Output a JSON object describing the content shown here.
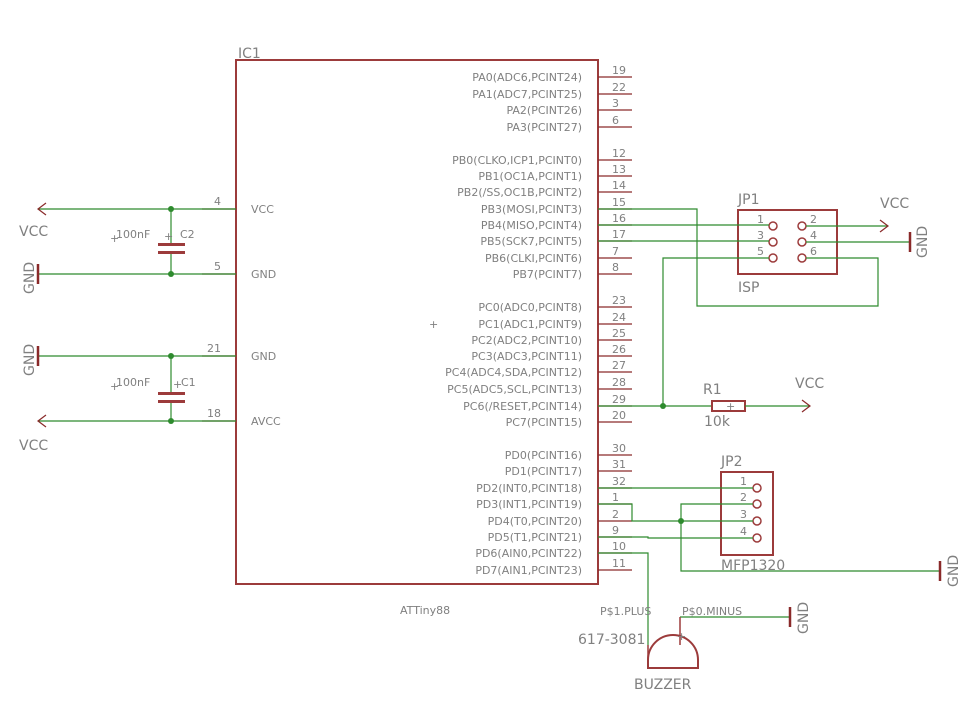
{
  "colors": {
    "body": "#9c3b3b",
    "wire": "#2e8b2e",
    "pin": "#8a2a2a",
    "text": "#808080"
  },
  "ic": {
    "ref": "IC1",
    "value": "ATTiny88",
    "right_pins": [
      {
        "name": "PA0(ADC6,PCINT24)",
        "num": "19"
      },
      {
        "name": "PA1(ADC7,PCINT25)",
        "num": "22"
      },
      {
        "name": "PA2(PCINT26)",
        "num": "3"
      },
      {
        "name": "PA3(PCINT27)",
        "num": "6"
      },
      {
        "name": "PB0(CLKO,ICP1,PCINT0)",
        "num": "12"
      },
      {
        "name": "PB1(OC1A,PCINT1)",
        "num": "13"
      },
      {
        "name": "PB2(/SS,OC1B,PCINT2)",
        "num": "14"
      },
      {
        "name": "PB3(MOSI,PCINT3)",
        "num": "15"
      },
      {
        "name": "PB4(MISO,PCINT4)",
        "num": "16"
      },
      {
        "name": "PB5(SCK7,PCINT5)",
        "num": "17"
      },
      {
        "name": "PB6(CLKI,PCINT6)",
        "num": "7"
      },
      {
        "name": "PB7(PCINT7)",
        "num": "8"
      },
      {
        "name": "PC0(ADC0,PCINT8)",
        "num": "23"
      },
      {
        "name": "PC1(ADC1,PCINT9)",
        "num": "24"
      },
      {
        "name": "PC2(ADC2,PCINT10)",
        "num": "25"
      },
      {
        "name": "PC3(ADC3,PCINT11)",
        "num": "26"
      },
      {
        "name": "PC4(ADC4,SDA,PCINT12)",
        "num": "27"
      },
      {
        "name": "PC5(ADC5,SCL,PCINT13)",
        "num": "28"
      },
      {
        "name": "PC6(/RESET,PCINT14)",
        "num": "29"
      },
      {
        "name": "PC7(PCINT15)",
        "num": "20"
      },
      {
        "name": "PD0(PCINT16)",
        "num": "30"
      },
      {
        "name": "PD1(PCINT17)",
        "num": "31"
      },
      {
        "name": "PD2(INT0,PCINT18)",
        "num": "32"
      },
      {
        "name": "PD3(INT1,PCINT19)",
        "num": "1"
      },
      {
        "name": "PD4(T0,PCINT20)",
        "num": "2"
      },
      {
        "name": "PD5(T1,PCINT21)",
        "num": "9"
      },
      {
        "name": "PD6(AIN0,PCINT22)",
        "num": "10"
      },
      {
        "name": "PD7(AIN1,PCINT23)",
        "num": "11"
      }
    ],
    "left_pins": [
      {
        "name": "VCC",
        "num": "4"
      },
      {
        "name": "GND",
        "num": "5"
      },
      {
        "name": "GND",
        "num": "21"
      },
      {
        "name": "AVCC",
        "num": "18"
      }
    ]
  },
  "caps": [
    {
      "ref": "C2",
      "value": "100nF"
    },
    {
      "ref": "C1",
      "value": "100nF"
    }
  ],
  "supplies": {
    "vcc": "VCC",
    "gnd": "GND"
  },
  "jp1": {
    "ref": "JP1",
    "value": "ISP",
    "pins": [
      "1",
      "2",
      "3",
      "4",
      "5",
      "6"
    ]
  },
  "jp2": {
    "ref": "JP2",
    "value": "MFP1320",
    "pins": [
      "1",
      "2",
      "3",
      "4"
    ]
  },
  "r1": {
    "ref": "R1",
    "value": "10k"
  },
  "buzzer": {
    "ref": "617-3081",
    "value": "BUZZER",
    "pin_plus": "P$1.PLUS",
    "pin_minus": "P$0.MINUS",
    "plus_sign": "+"
  },
  "misc": {
    "plus": "+"
  }
}
